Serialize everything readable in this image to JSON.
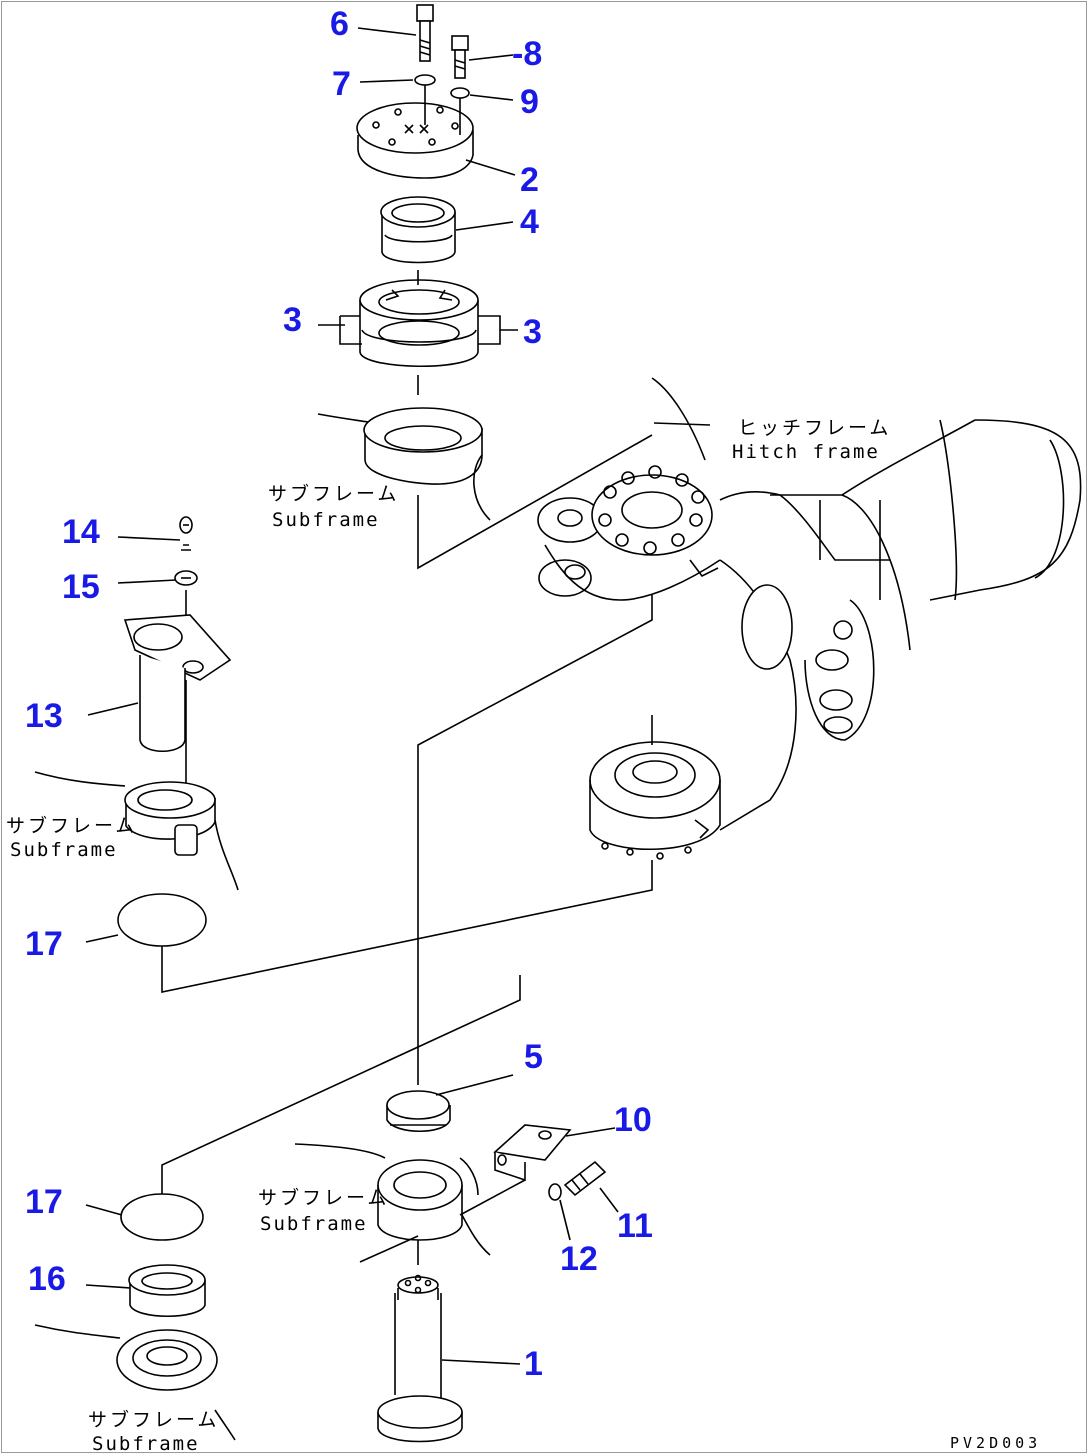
{
  "callouts": {
    "c6": "6",
    "c8": "-8",
    "c7": "7",
    "c9": "9",
    "c2": "2",
    "c4": "4",
    "c3a": "3",
    "c3b": "3",
    "c14": "14",
    "c15": "15",
    "c13": "13",
    "c17a": "17",
    "c5": "5",
    "c10": "10",
    "c17b": "17",
    "c11": "11",
    "c12": "12",
    "c16": "16",
    "c1": "1"
  },
  "labels": {
    "hitch_jp": "ヒッチフレーム",
    "hitch_en": "Hitch frame",
    "subframe1_jp": "サブフレーム",
    "subframe1_en": "Subframe",
    "subframe2_jp": "サブフレーム",
    "subframe2_en": "Subframe",
    "subframe3_jp": "サブフレーム",
    "subframe3_en": "Subframe",
    "subframe4_jp": "サブフレーム",
    "subframe4_en": "Subframe"
  },
  "drawing_code": "PV2D003",
  "colors": {
    "callout": "#1a1ae6",
    "line": "#000000"
  }
}
